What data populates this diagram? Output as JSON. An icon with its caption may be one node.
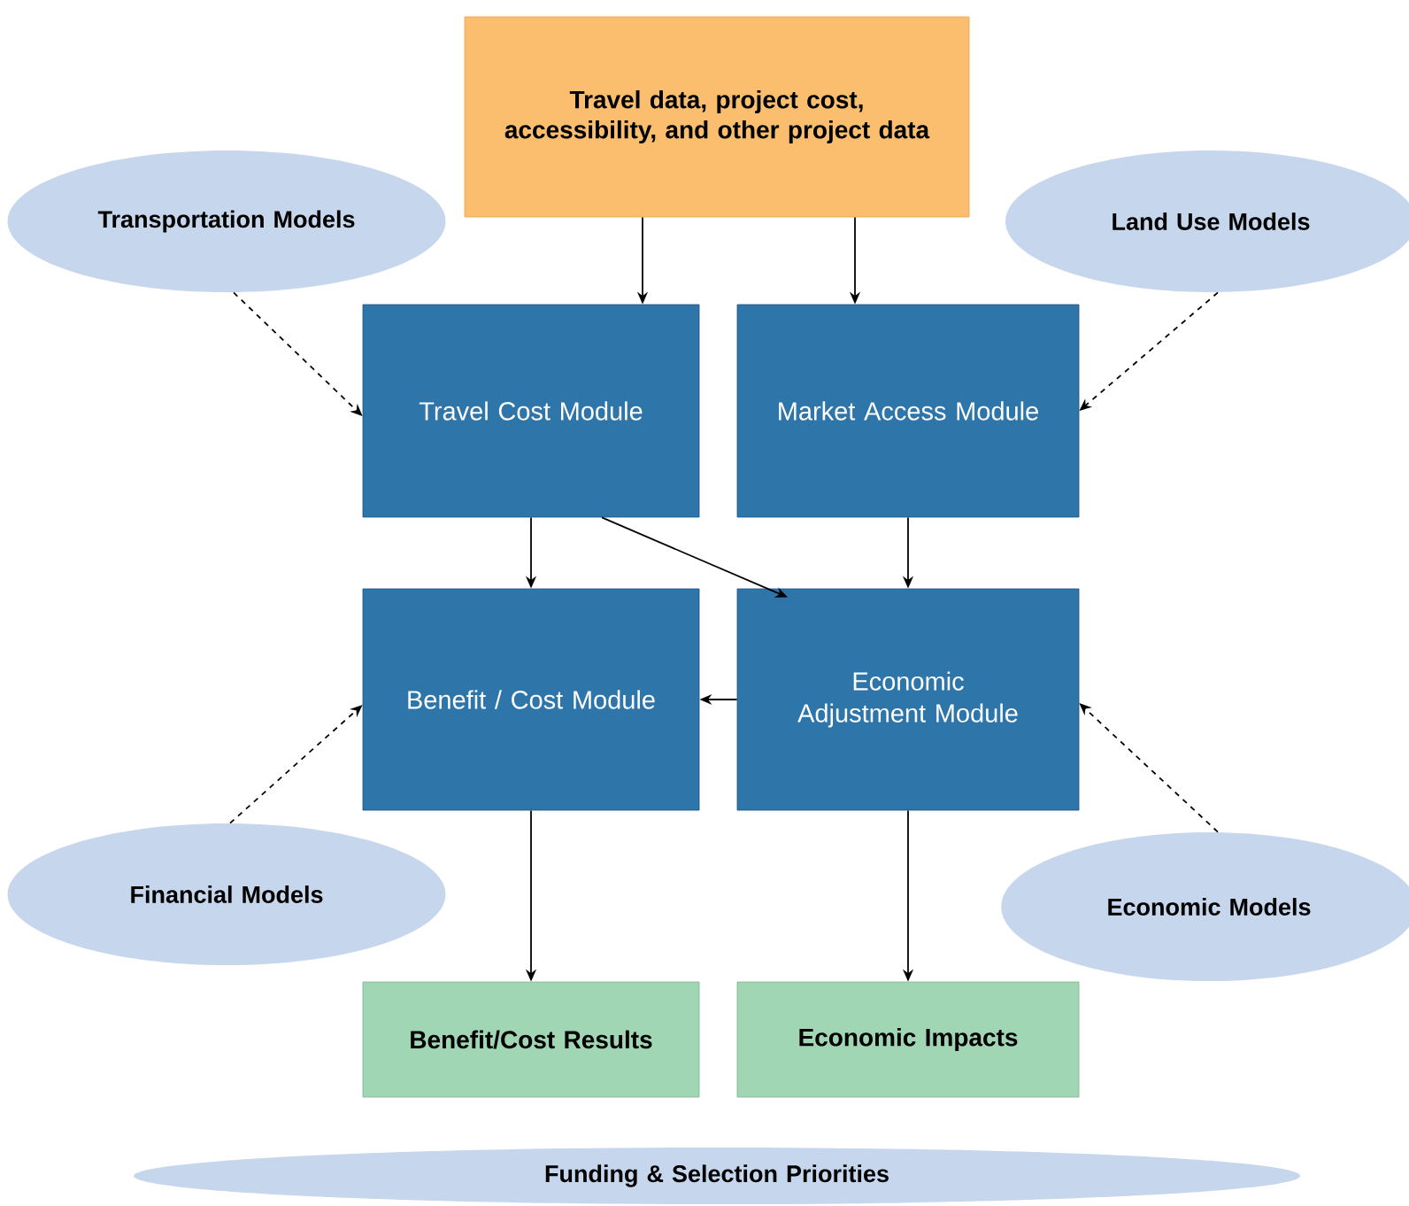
{
  "diagram": {
    "nodes": [
      {
        "text": [
          "Travel data, project cost, accessibility, and other project data"
        ]
      },
      {
        "text": [
          "Transportation Models"
        ]
      },
      {
        "text": [
          "Land Use Models"
        ]
      },
      {
        "text": [
          "Travel Cost Module"
        ]
      },
      {
        "text": [
          "Market Access Module"
        ]
      },
      {
        "text": [
          "Benefit / Cost Module"
        ]
      },
      {
        "text": [
          "Economic Adjustment Module"
        ]
      },
      {
        "text": [
          "Financial Models"
        ]
      },
      {
        "text": [
          "Economic Models"
        ]
      },
      {
        "text": [
          "Benefit/Cost Results"
        ]
      },
      {
        "text": [
          "Economic Impacts"
        ]
      },
      {
        "text": [
          "Funding & Selection Priorities"
        ]
      }
    ],
    "edges": [
      {
        "from": 0,
        "to": 3,
        "arrow": "to"
      },
      {
        "from": 0,
        "to": 4,
        "arrow": "to"
      },
      {
        "from": 1,
        "to": 3,
        "arrow": "to",
        "style": "dashed"
      },
      {
        "from": 2,
        "to": 4,
        "arrow": "to",
        "style": "dashed"
      },
      {
        "from": 3,
        "to": 5,
        "arrow": "to"
      },
      {
        "from": 3,
        "to": 6,
        "arrow": "to"
      },
      {
        "from": 4,
        "to": 6,
        "arrow": "to"
      },
      {
        "from": 6,
        "to": 5,
        "arrow": "to"
      },
      {
        "from": 7,
        "to": 5,
        "arrow": "to",
        "style": "dashed"
      },
      {
        "from": 8,
        "to": 6,
        "arrow": "to",
        "style": "dashed"
      },
      {
        "from": 5,
        "to": 9,
        "arrow": "to"
      },
      {
        "from": 6,
        "to": 10,
        "arrow": "to"
      }
    ]
  }
}
